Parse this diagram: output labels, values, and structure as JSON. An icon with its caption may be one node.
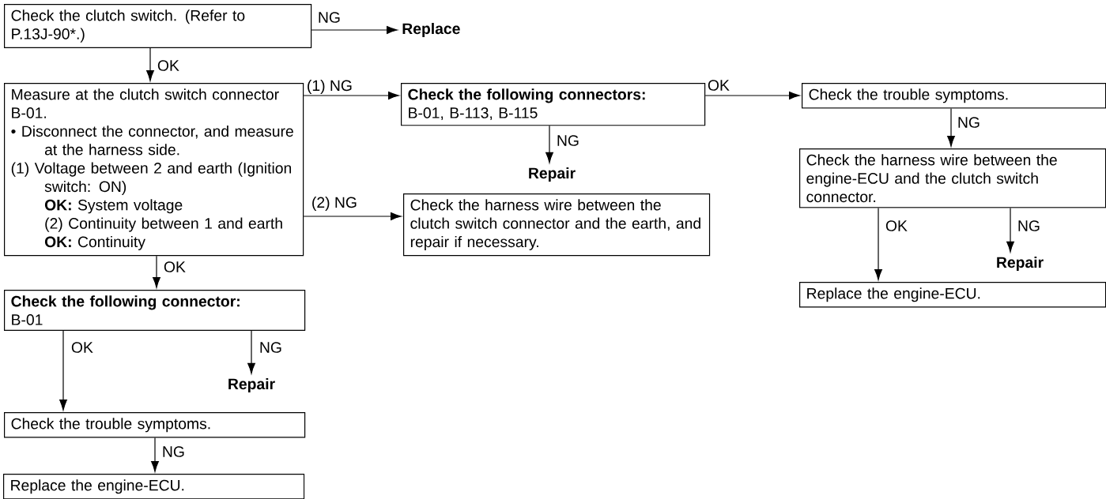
{
  "diagram": {
    "nodes": [
      {
        "text": [
          "Check the clutch switch. (Refer to P.13J-90*.)"
        ]
      },
      {
        "text": [
          "Replace"
        ]
      },
      {
        "text": [
          "Measure at the clutch switch connector B-01.",
          "• Disconnect the connector, and measure at the harness side.",
          "(1) Voltage between 2 and earth (Ignition switch: ON)",
          "**OK:** System voltage",
          "(2) Continuity between 1 and earth",
          "**OK:** Continuity"
        ]
      },
      {
        "text": [
          "Check the following connectors:",
          "B-01, B-113, B-115"
        ]
      },
      {
        "text": [
          "Repair"
        ]
      },
      {
        "text": [
          "Check the harness wire between the clutch switch connector and the earth, and repair if necessary."
        ]
      },
      {
        "text": [
          "Check the trouble symptoms."
        ]
      },
      {
        "text": [
          "Check the harness wire between the engine-ECU and the clutch switch connector."
        ]
      },
      {
        "text": [
          "Repair"
        ]
      },
      {
        "text": [
          "Replace the engine-ECU."
        ]
      },
      {
        "text": [
          "Check the following connector:",
          "B-01"
        ]
      },
      {
        "text": [
          "Repair"
        ]
      },
      {
        "text": [
          "Check the trouble symptoms."
        ]
      },
      {
        "text": [
          "Replace the engine-ECU."
        ]
      }
    ],
    "edges": [
      {
        "from": 0,
        "to": 1,
        "arrow": "to",
        "label": "NG"
      },
      {
        "from": 0,
        "to": 2,
        "arrow": "to",
        "label": "OK"
      },
      {
        "from": 2,
        "to": 3,
        "arrow": "to",
        "label": "(1) NG"
      },
      {
        "from": 3,
        "to": 4,
        "arrow": "to",
        "label": "NG"
      },
      {
        "from": 2,
        "to": 5,
        "arrow": "to",
        "label": "(2) NG"
      },
      {
        "from": 3,
        "to": 6,
        "arrow": "to",
        "label": "OK"
      },
      {
        "from": 6,
        "to": 7,
        "arrow": "to",
        "label": "NG"
      },
      {
        "from": 7,
        "to": 9,
        "arrow": "to",
        "label": "OK"
      },
      {
        "from": 7,
        "to": 8,
        "arrow": "to",
        "label": "NG"
      },
      {
        "from": 2,
        "to": 10,
        "arrow": "to",
        "label": "OK"
      },
      {
        "from": 10,
        "to": 12,
        "arrow": "to",
        "label": "OK"
      },
      {
        "from": 10,
        "to": 11,
        "arrow": "to",
        "label": "NG"
      },
      {
        "from": 12,
        "to": 13,
        "arrow": "to",
        "label": "NG"
      }
    ]
  }
}
